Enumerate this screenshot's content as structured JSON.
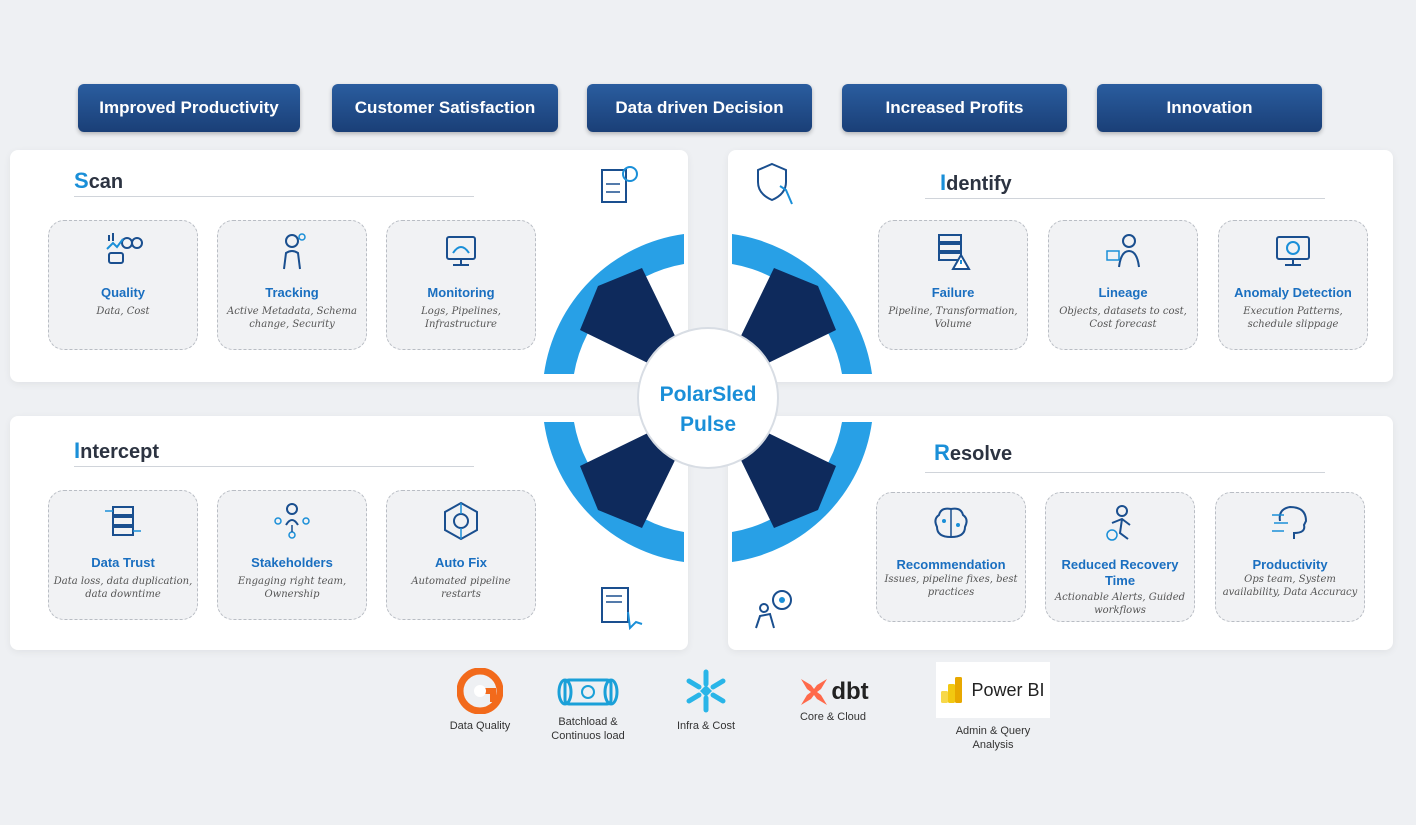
{
  "benefits": [
    "Improved Productivity",
    "Customer Satisfaction",
    "Data driven Decision",
    "Increased Profits",
    "Innovation"
  ],
  "center": {
    "line1": "PolarSled",
    "line2": "Pulse"
  },
  "scan": {
    "initial": "S",
    "rest": "can",
    "cards": [
      {
        "title": "Quality",
        "desc": "Data, Cost",
        "icon": "quality-chart-icon"
      },
      {
        "title": "Tracking",
        "desc": "Active Metadata, Schema change, Security",
        "icon": "tracking-person-icon"
      },
      {
        "title": "Monitoring",
        "desc": "Logs, Pipelines, Infrastructure",
        "icon": "monitor-icon"
      }
    ]
  },
  "identify": {
    "initial": "I",
    "rest": "dentify",
    "cards": [
      {
        "title": "Failure",
        "desc": "Pipeline, Transformation, Volume",
        "icon": "server-warning-icon"
      },
      {
        "title": "Lineage",
        "desc": "Objects, datasets to cost, Cost forecast",
        "icon": "lineage-person-icon"
      },
      {
        "title": "Anomaly Detection",
        "desc": "Execution Patterns, schedule slippage",
        "icon": "anomaly-screen-icon"
      }
    ]
  },
  "intercept": {
    "initial": "I",
    "rest": "ntercept",
    "cards": [
      {
        "title": "Data Trust",
        "desc": "Data loss, data duplication, data downtime",
        "icon": "database-network-icon"
      },
      {
        "title": "Stakeholders",
        "desc": "Engaging right team, Ownership",
        "icon": "stakeholders-icon"
      },
      {
        "title": "Auto Fix",
        "desc": "Automated pipeline restarts",
        "icon": "autofix-hexagon-icon"
      }
    ]
  },
  "resolve": {
    "initial": "R",
    "rest": "esolve",
    "cards": [
      {
        "title": "Recommendation",
        "desc": "Issues, pipeline fixes, best practices",
        "icon": "brain-icon"
      },
      {
        "title": "Reduced Recovery Time",
        "desc": "Actionable Alerts, Guided workflows",
        "icon": "recovery-person-icon"
      },
      {
        "title": "Productivity",
        "desc": "Ops team, System availability, Data Accuracy",
        "icon": "head-circuit-icon"
      }
    ]
  },
  "tools": [
    {
      "label": "Data Quality",
      "icon": "great-expectations-logo"
    },
    {
      "label": "Batchload & Continuos load",
      "icon": "pipe-logo"
    },
    {
      "label": "Infra & Cost",
      "icon": "snowflake-logo"
    },
    {
      "label": "Core & Cloud",
      "brand": "dbt",
      "icon": "dbt-logo"
    },
    {
      "label": "Admin & Query Analysis",
      "brand": "Power BI",
      "icon": "powerbi-logo"
    }
  ],
  "colors": {
    "pill": "#1a3f77",
    "accent": "#1a8fd8",
    "ring_dark": "#0e2a5c",
    "ring_light": "#28a0e6"
  }
}
